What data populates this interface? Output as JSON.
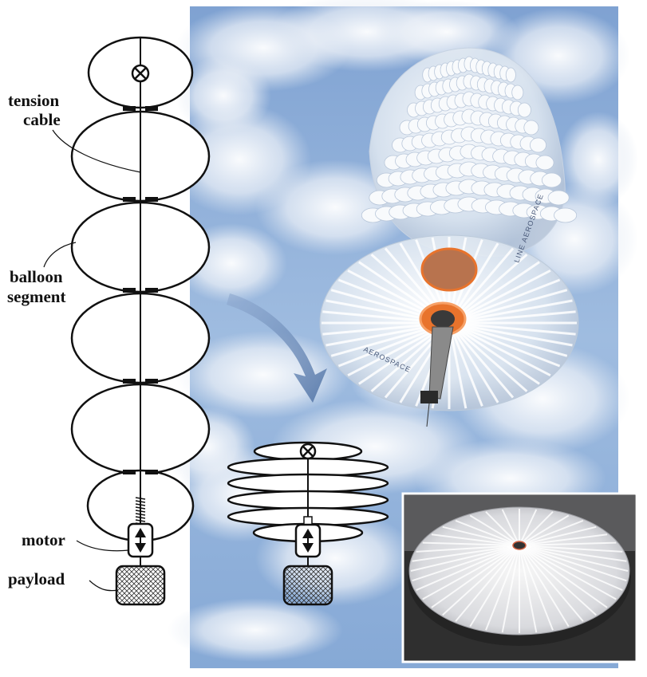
{
  "labels": {
    "tension_cable_line1": "tension",
    "tension_cable_line2": "cable",
    "balloon_segment_line1": "balloon",
    "balloon_segment_line2": "segment",
    "motor": "motor",
    "payload": "payload",
    "brand_text_1": "LINE AEROSPACE",
    "brand_text_2": "AEROSPACE"
  },
  "colors": {
    "sky": "#8fb0d8",
    "cloud": "#f4f6fa",
    "line": "#111111",
    "orange": "#e8732c",
    "floor": "#2e2e2e",
    "arrow": "#6a8cc0"
  },
  "icons": {
    "valve": "crossed-circle-icon",
    "motor": "double-arrow-icon",
    "payload": "crosshatch-box-icon"
  }
}
